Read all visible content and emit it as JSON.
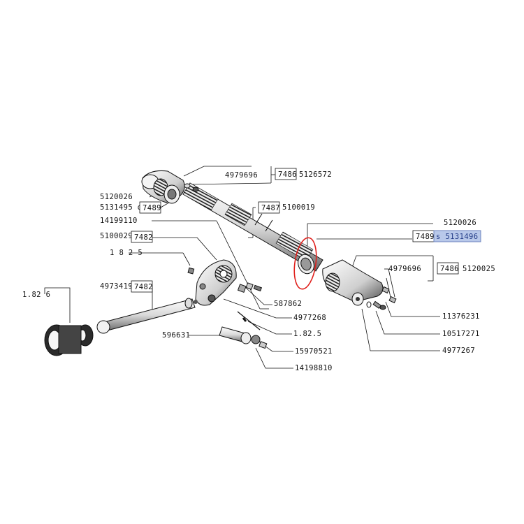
{
  "labels": {
    "l4979696_top": "4979696",
    "ref7486_top": "7486",
    "l5126572": "5126572",
    "l5120026_left": "5120026",
    "l5131495d": "5131495 d",
    "ref7489_left": "7489",
    "ref7487": "7487",
    "l5100019": "5100019",
    "l14199110": "14199110",
    "l5100029": "5100029",
    "ref7482_a": "7482",
    "l1825_a": "1 8 2 5",
    "l4973419": "4973419",
    "ref7482_b": "7482",
    "l1826": "1.82 6",
    "l5120026_right": "5120026",
    "ref7489_right": "7489",
    "hl_text": "s 5131496",
    "l4979696_right": "4979696",
    "ref7486_right": "7486",
    "l5120025": "5120025",
    "l587862": "587862",
    "l4977268": "4977268",
    "l1825_b": "1.82.5",
    "l596631": "596631",
    "l15970521": "15970521",
    "l14198810": "14198810",
    "l11376231": "11376231",
    "l10517271": "10517271",
    "l4977267": "4977267"
  },
  "colors": {
    "highlight_fill": "#b9c9ea",
    "highlight_border": "#6d84bf",
    "circle_marker": "#e0201c"
  }
}
